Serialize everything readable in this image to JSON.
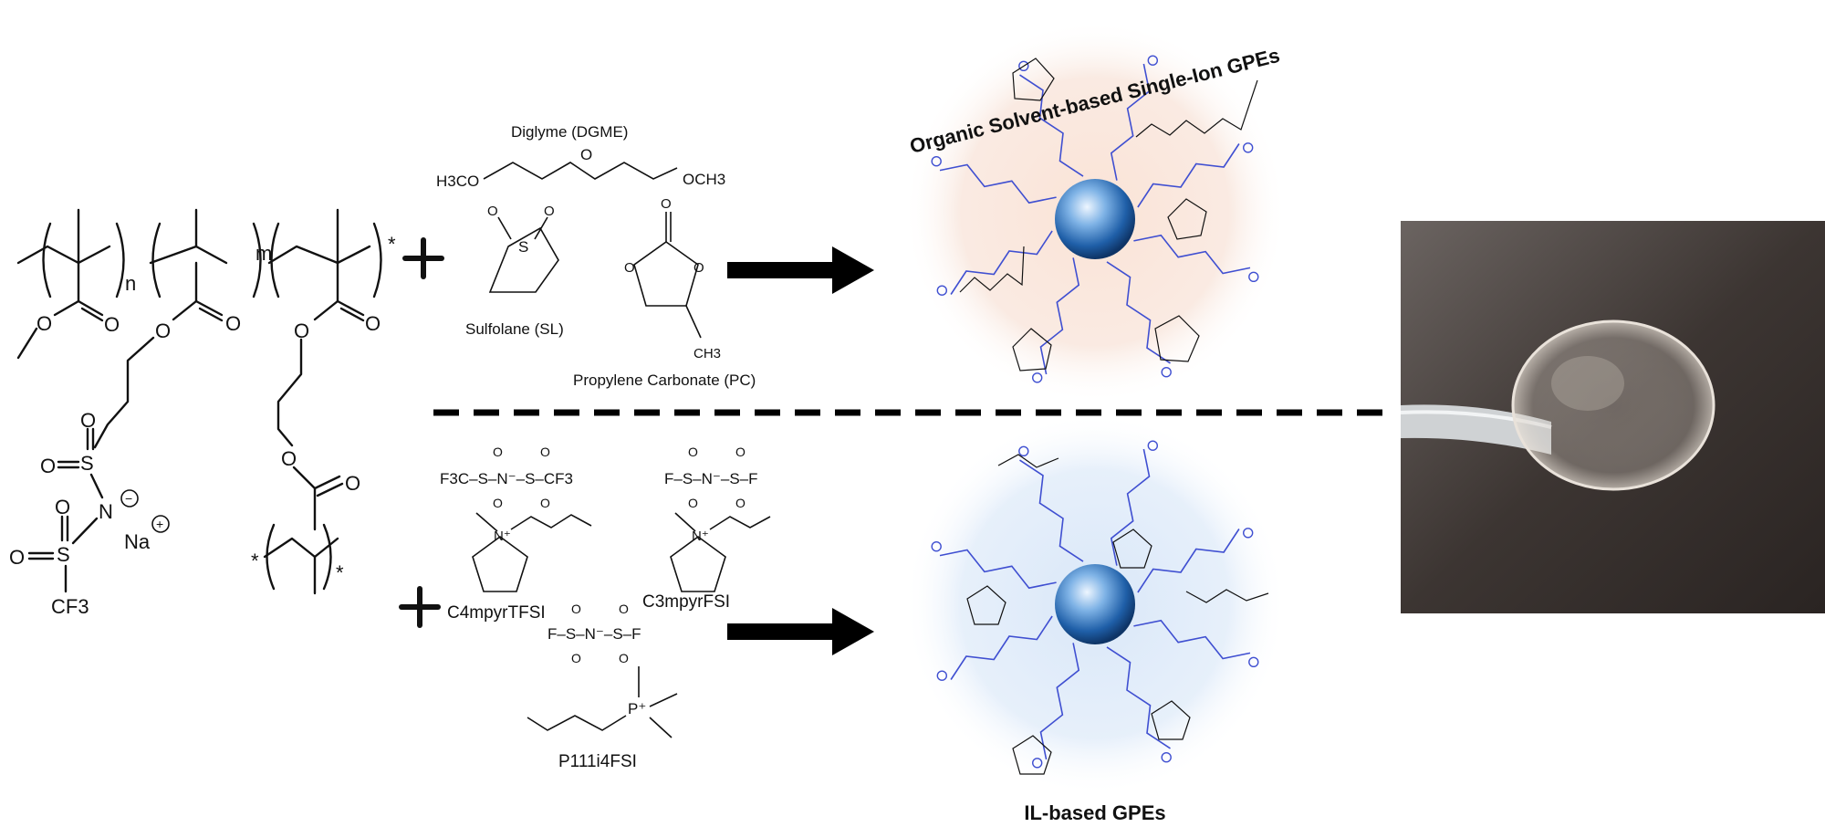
{
  "figure": {
    "polymer": {
      "subscripts": [
        "n",
        "m"
      ],
      "atoms": [
        "O",
        "O",
        "O",
        "O",
        "O",
        "O",
        "S",
        "S",
        "N",
        "Na"
      ],
      "charges": [
        "−",
        "+"
      ],
      "cf3": "CF3",
      "end_caps": [
        "*",
        "*",
        "*"
      ]
    },
    "plus_signs": [
      "+",
      "+"
    ],
    "solvents": {
      "diglyme_name": "Diglyme (DGME)",
      "diglyme_left_group": "H3CO",
      "diglyme_right_group": "OCH3",
      "diglyme_o": "O",
      "sulfolane_name": "Sulfolane (SL)",
      "sulfolane_s": "S",
      "pc_name": "Propylene Carbonate (PC)",
      "pc_ch3": "CH3"
    },
    "ionic_liquids": {
      "c4_anion": "F3C–S–N⁻–S–CF3",
      "c4_name": "C4mpyrTFSI",
      "c3_anion": "F–S–N⁻–S–F",
      "c3_name": "C3mpyrFSI",
      "p_anion": "F–S–N⁻–S–F",
      "p_name": "P111i4FSI",
      "n_plus": "N⁺",
      "p_plus": "P⁺"
    },
    "organic_title": "Organic Solvent-based Single-Ion GPEs",
    "il_title": "IL-based GPEs",
    "photo_label": ""
  },
  "colors": {
    "organic_glow": "#f7d8c9",
    "il_glow": "#cfe0f6",
    "sphere_core": "#1f5fa8",
    "grafted_chain": "#3f4fd1",
    "photo_bg": "#3c3532"
  }
}
